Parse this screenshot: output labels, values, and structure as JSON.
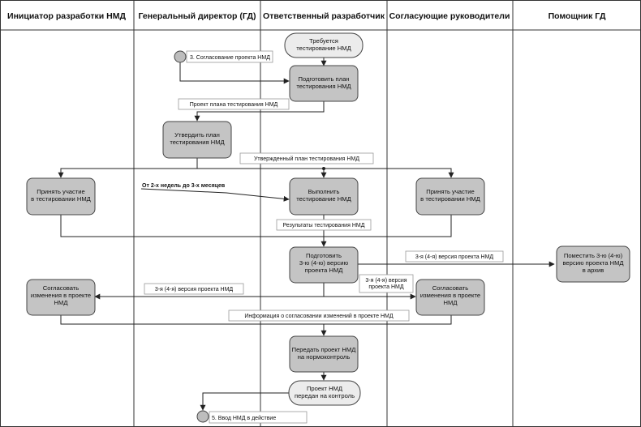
{
  "lanes": [
    "Инициатор разработки НМД",
    "Генеральный директор (ГД)",
    "Ответственный разработчик",
    "Согласующие руководители",
    "Помощник ГД"
  ],
  "start": {
    "label": "3. Согласование проекта НМД"
  },
  "end": {
    "label": "5. Ввод НМД в действие"
  },
  "activities": {
    "testing_required": [
      "Требуется",
      "тестирование НМД"
    ],
    "prepare_plan": [
      "Подготовить план",
      "тестирования НМД"
    ],
    "approve_plan": [
      "Утвердить план",
      "тестирования НМД"
    ],
    "participate_initiator": [
      "Принять участие",
      "в тестировании НМД"
    ],
    "perform_testing": [
      "Выполнить",
      "тестирование НМД"
    ],
    "participate_managers": [
      "Принять участие",
      "в тестировании НМД"
    ],
    "prepare_version": [
      "Подготовить",
      "3-ю (4-ю) версию",
      "проекта НМД"
    ],
    "archive_version": [
      "Поместить 3-ю (4-ю)",
      "версию проекта НМД",
      "в архив"
    ],
    "agree_changes_initiator": [
      "Согласовать",
      "изменения в проекте",
      "НМД"
    ],
    "agree_changes_managers": [
      "Согласовать",
      "изменения в проекте",
      "НМД"
    ],
    "send_normcontrol": [
      "Передать проект НМД",
      "на нормоконтроль"
    ],
    "project_sent": [
      "Проект НМД",
      "передан на контроль"
    ]
  },
  "objects": {
    "plan_project": "Проект плана тестирования НМД",
    "approved_plan": "Утвержденный план тестирования НМД",
    "test_results": "Результаты тестирования НМД",
    "version_archive": "3-я (4-я) версия проекта НМД",
    "version_initiator": "3-я (4-я) версия проекта НМД",
    "version_managers": [
      "3-я (4-я) версия",
      "проекта НМД"
    ],
    "agreement_info": "Информация о согласовании изменений в проекте НМД"
  },
  "note": "От 2-х недель до 3-х месяцев",
  "colors": {
    "activity_fill": "#c4c4c4",
    "terminal_fill": "#ececec",
    "stroke": "#444444",
    "line": "#222222",
    "node_fill": "#bdbdbd"
  }
}
